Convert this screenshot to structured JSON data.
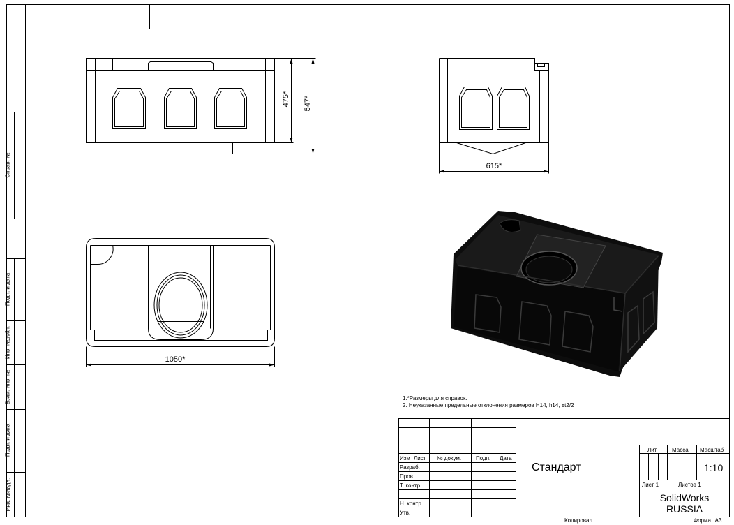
{
  "sidebar": {
    "labels": [
      "Справ. №",
      "Подп. и дата",
      "Инв. №дубл.",
      "Взам. инв. №",
      "Подп. и дата",
      "Инв. №подл."
    ]
  },
  "dimensions": {
    "front_height_inner": "475*",
    "front_height_outer": "547*",
    "side_width": "615*",
    "top_width": "1050*"
  },
  "notes": {
    "line1": "1.*Размеры для справок.",
    "line2": "2. Неуказанные предельные отклонения размеров Н14, h14,  ±t2/2"
  },
  "title_block": {
    "headers": {
      "izm": "Изм",
      "list": "Лист",
      "doc": "№ докум.",
      "podp": "Подп.",
      "data": "Дата"
    },
    "rows": {
      "razrab": "Разраб.",
      "prov": "Пров.",
      "tkontr": "Т. контр.",
      "nkontr": "Н. контр.",
      "utv": "Утв."
    },
    "name": "Стандарт",
    "lit": "Лит.",
    "massa": "Масса",
    "masshtab": "Масштаб",
    "scale": "1:10",
    "sheet": "Лист 1",
    "sheets": "Листов 1",
    "company_line1": "SolidWorks",
    "company_line2": "RUSSIA",
    "kopiroval": "Копировал",
    "format": "Формат А3"
  }
}
